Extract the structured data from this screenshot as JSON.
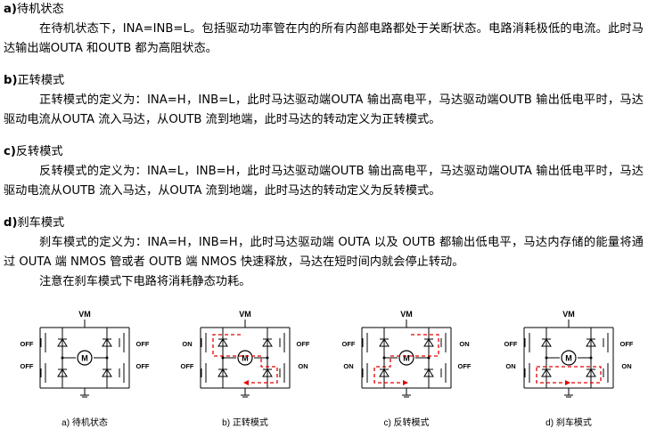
{
  "sections": [
    {
      "id": "a",
      "letter": "a)",
      "title": "待机状态",
      "body": "在待机状态下，INA=INB=L。包括驱动功率管在内的所有内部电路都处于关断状态。电路消耗极低的电流。此时马达输出端OUTA 和OUTB 都为高阻状态。"
    },
    {
      "id": "b",
      "letter": "b)",
      "title": "正转模式",
      "body": "正转模式的定义为：INA=H，INB=L，此时马达驱动端OUTA 输出高电平，马达驱动端OUTB 输出低电平时，马达驱动电流从OUTA 流入马达，从OUTB 流到地端，此时马达的转动定义为正转模式。"
    },
    {
      "id": "c",
      "letter": "c)",
      "title": "反转模式",
      "body": "反转模式的定义为：INA=L，INB=H，此时马达驱动端OUTB 输出高电平，马达驱动端OUTA 输出低电平时，马达驱动电流从OUTB 流入马达，从OUTA 流到地端，此时马达的转动定义为反转模式。"
    },
    {
      "id": "d",
      "letter": "d)",
      "title": "刹车模式",
      "body": "刹车模式的定义为：INA=H，INB=H，此时马达驱动端 OUTA 以及 OUTB 都输出低电平，马达内存储的能量将通过 OUTA 端 NMOS 管或者 OUTB 端 NMOS 快速释放，马达在短时间内就会停止转动。",
      "note": "注意在刹车模式下电路将消耗静态功耗。"
    }
  ],
  "diagrams": [
    {
      "caption": "a) 待机状态",
      "vm": "VM",
      "motor": "M",
      "tl": "OFF",
      "tr": "OFF",
      "bl": "OFF",
      "br": "OFF",
      "flow": "none"
    },
    {
      "caption": "b) 正转模式",
      "vm": "VM",
      "motor": "M",
      "tl": "ON",
      "tr": "OFF",
      "bl": "OFF",
      "br": "ON",
      "flow": "forward"
    },
    {
      "caption": "c) 反转模式",
      "vm": "VM",
      "motor": "M",
      "tl": "OFF",
      "tr": "ON",
      "bl": "ON",
      "br": "OFF",
      "flow": "reverse"
    },
    {
      "caption": "d) 刹车模式",
      "vm": "VM",
      "motor": "M",
      "tl": "OFF",
      "tr": "OFF",
      "bl": "ON",
      "br": "ON",
      "flow": "brake"
    }
  ],
  "colors": {
    "text": "#000000",
    "current": "#e60000",
    "wire": "#000000"
  }
}
